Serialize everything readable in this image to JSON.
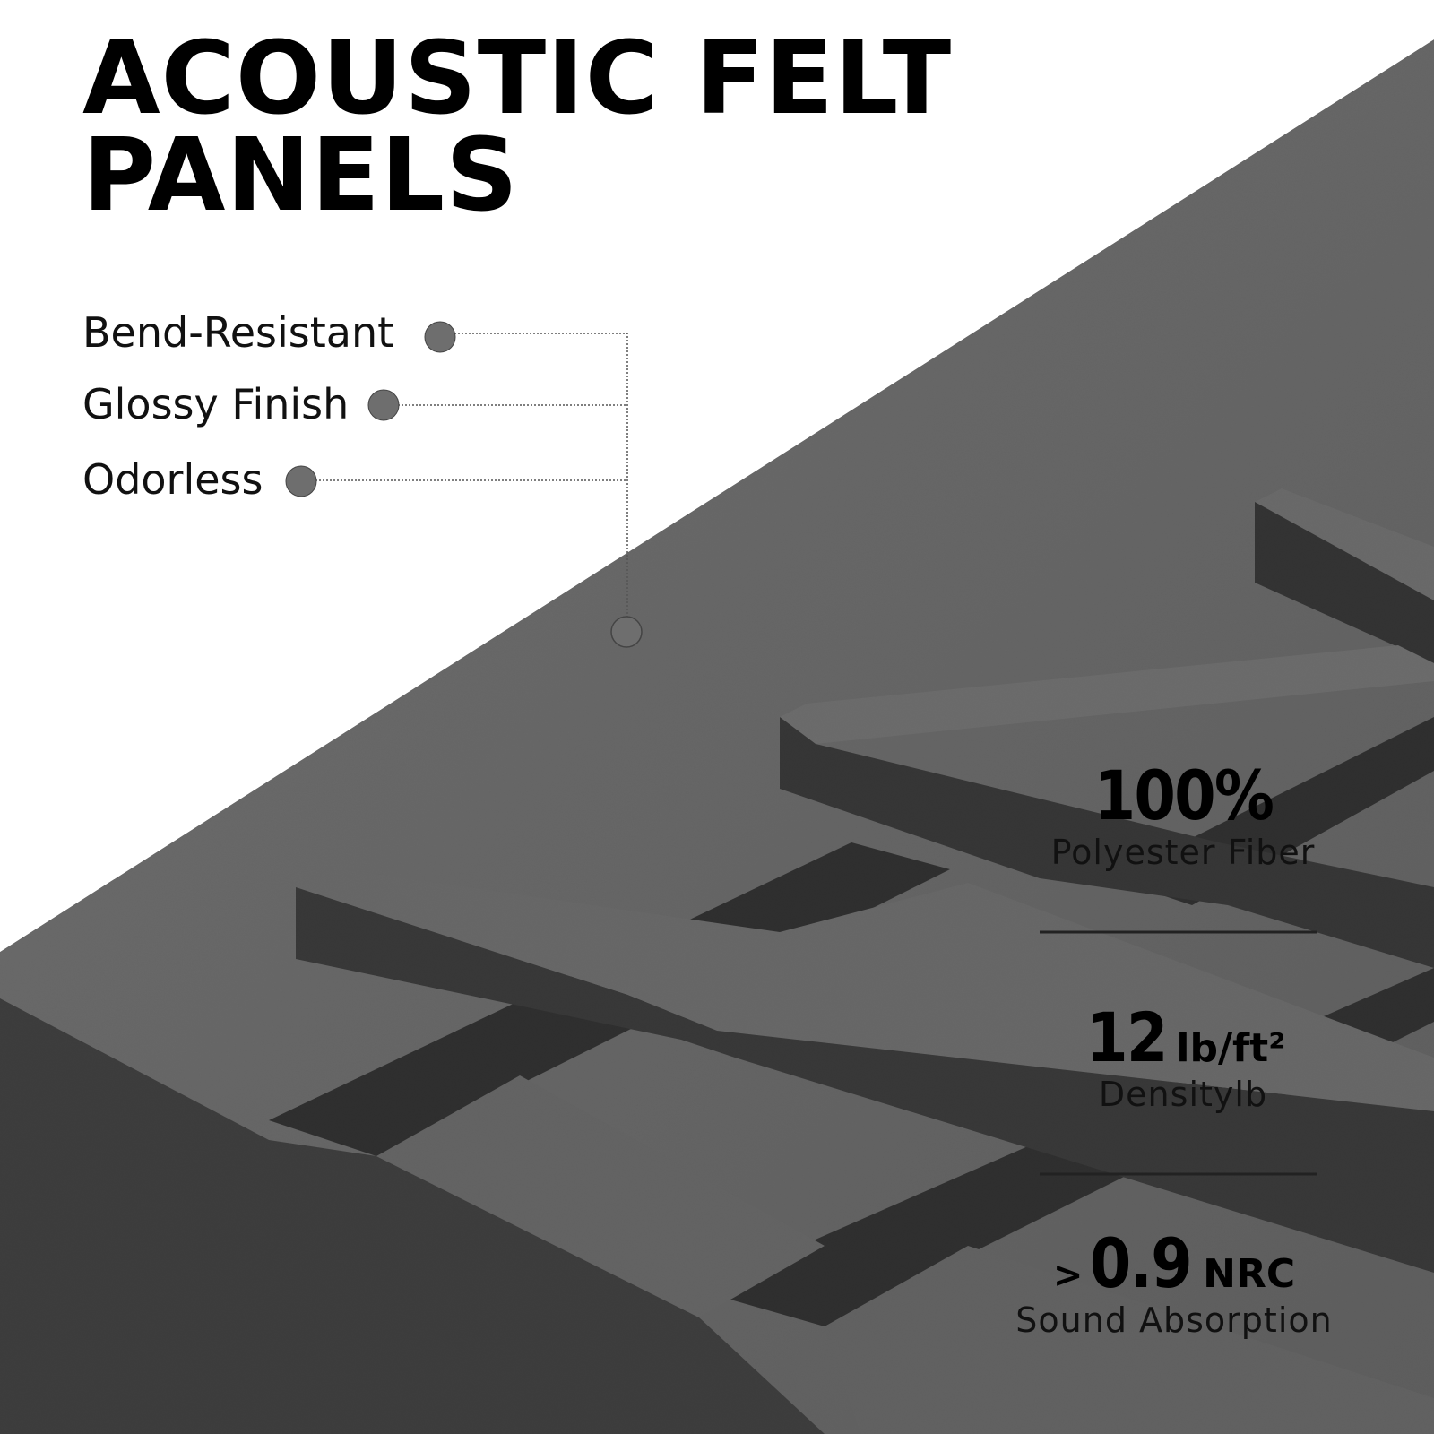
{
  "title": {
    "line1": "ACOUSTIC FELT",
    "line2": "PANELS"
  },
  "features": [
    {
      "label": "Bend-Resistant"
    },
    {
      "label": "Glossy Finish"
    },
    {
      "label": "Odorless"
    }
  ],
  "specs": [
    {
      "value": "100%",
      "label": "Polyester Fiber"
    },
    {
      "value": "12",
      "unit": "lb/ft²",
      "label": "Densitylb"
    },
    {
      "prefix": ">",
      "value": "0.9",
      "unit": "NRC",
      "label": "Sound Absorption"
    }
  ],
  "colors": {
    "felt_top": "#656565",
    "felt_side": "#3a3a3a",
    "felt_shadow": "#2a2a2a",
    "marker": "#6e6e6e"
  }
}
